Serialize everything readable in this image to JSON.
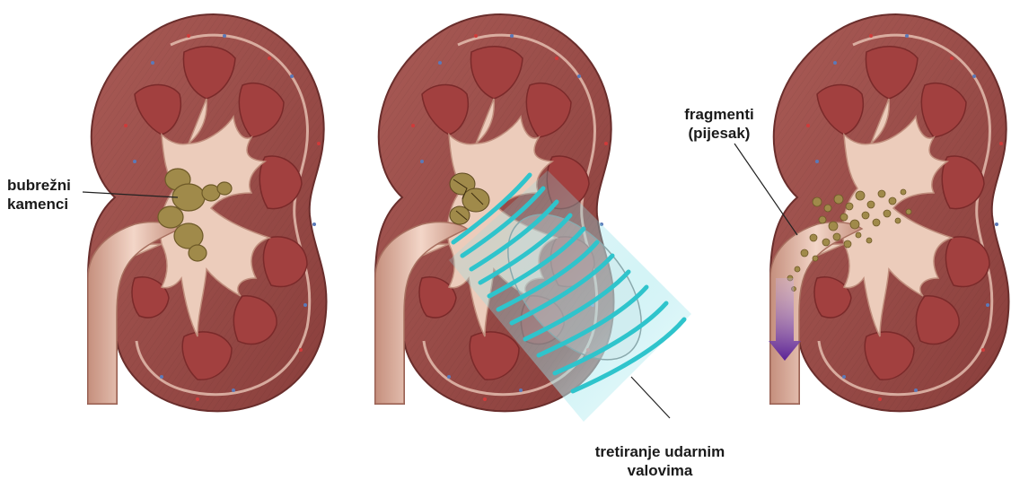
{
  "labels": {
    "stones": [
      "bubrežni",
      "kamenci"
    ],
    "fragments": [
      "fragmenti",
      "(pijesak)"
    ],
    "shockwave": [
      "tretiranje udarnim",
      "valovima"
    ]
  },
  "colors": {
    "cortex": "#9e4f4c",
    "cortex_dark": "#7d3634",
    "medulla": "#b4655f",
    "pyramid": "#a84846",
    "pelvis": "#eccdbd",
    "ureter": "#e8c2b0",
    "stone": "#9d8446",
    "wave": "#2fc4cc",
    "flow_arrow": "#6a2ea0"
  }
}
